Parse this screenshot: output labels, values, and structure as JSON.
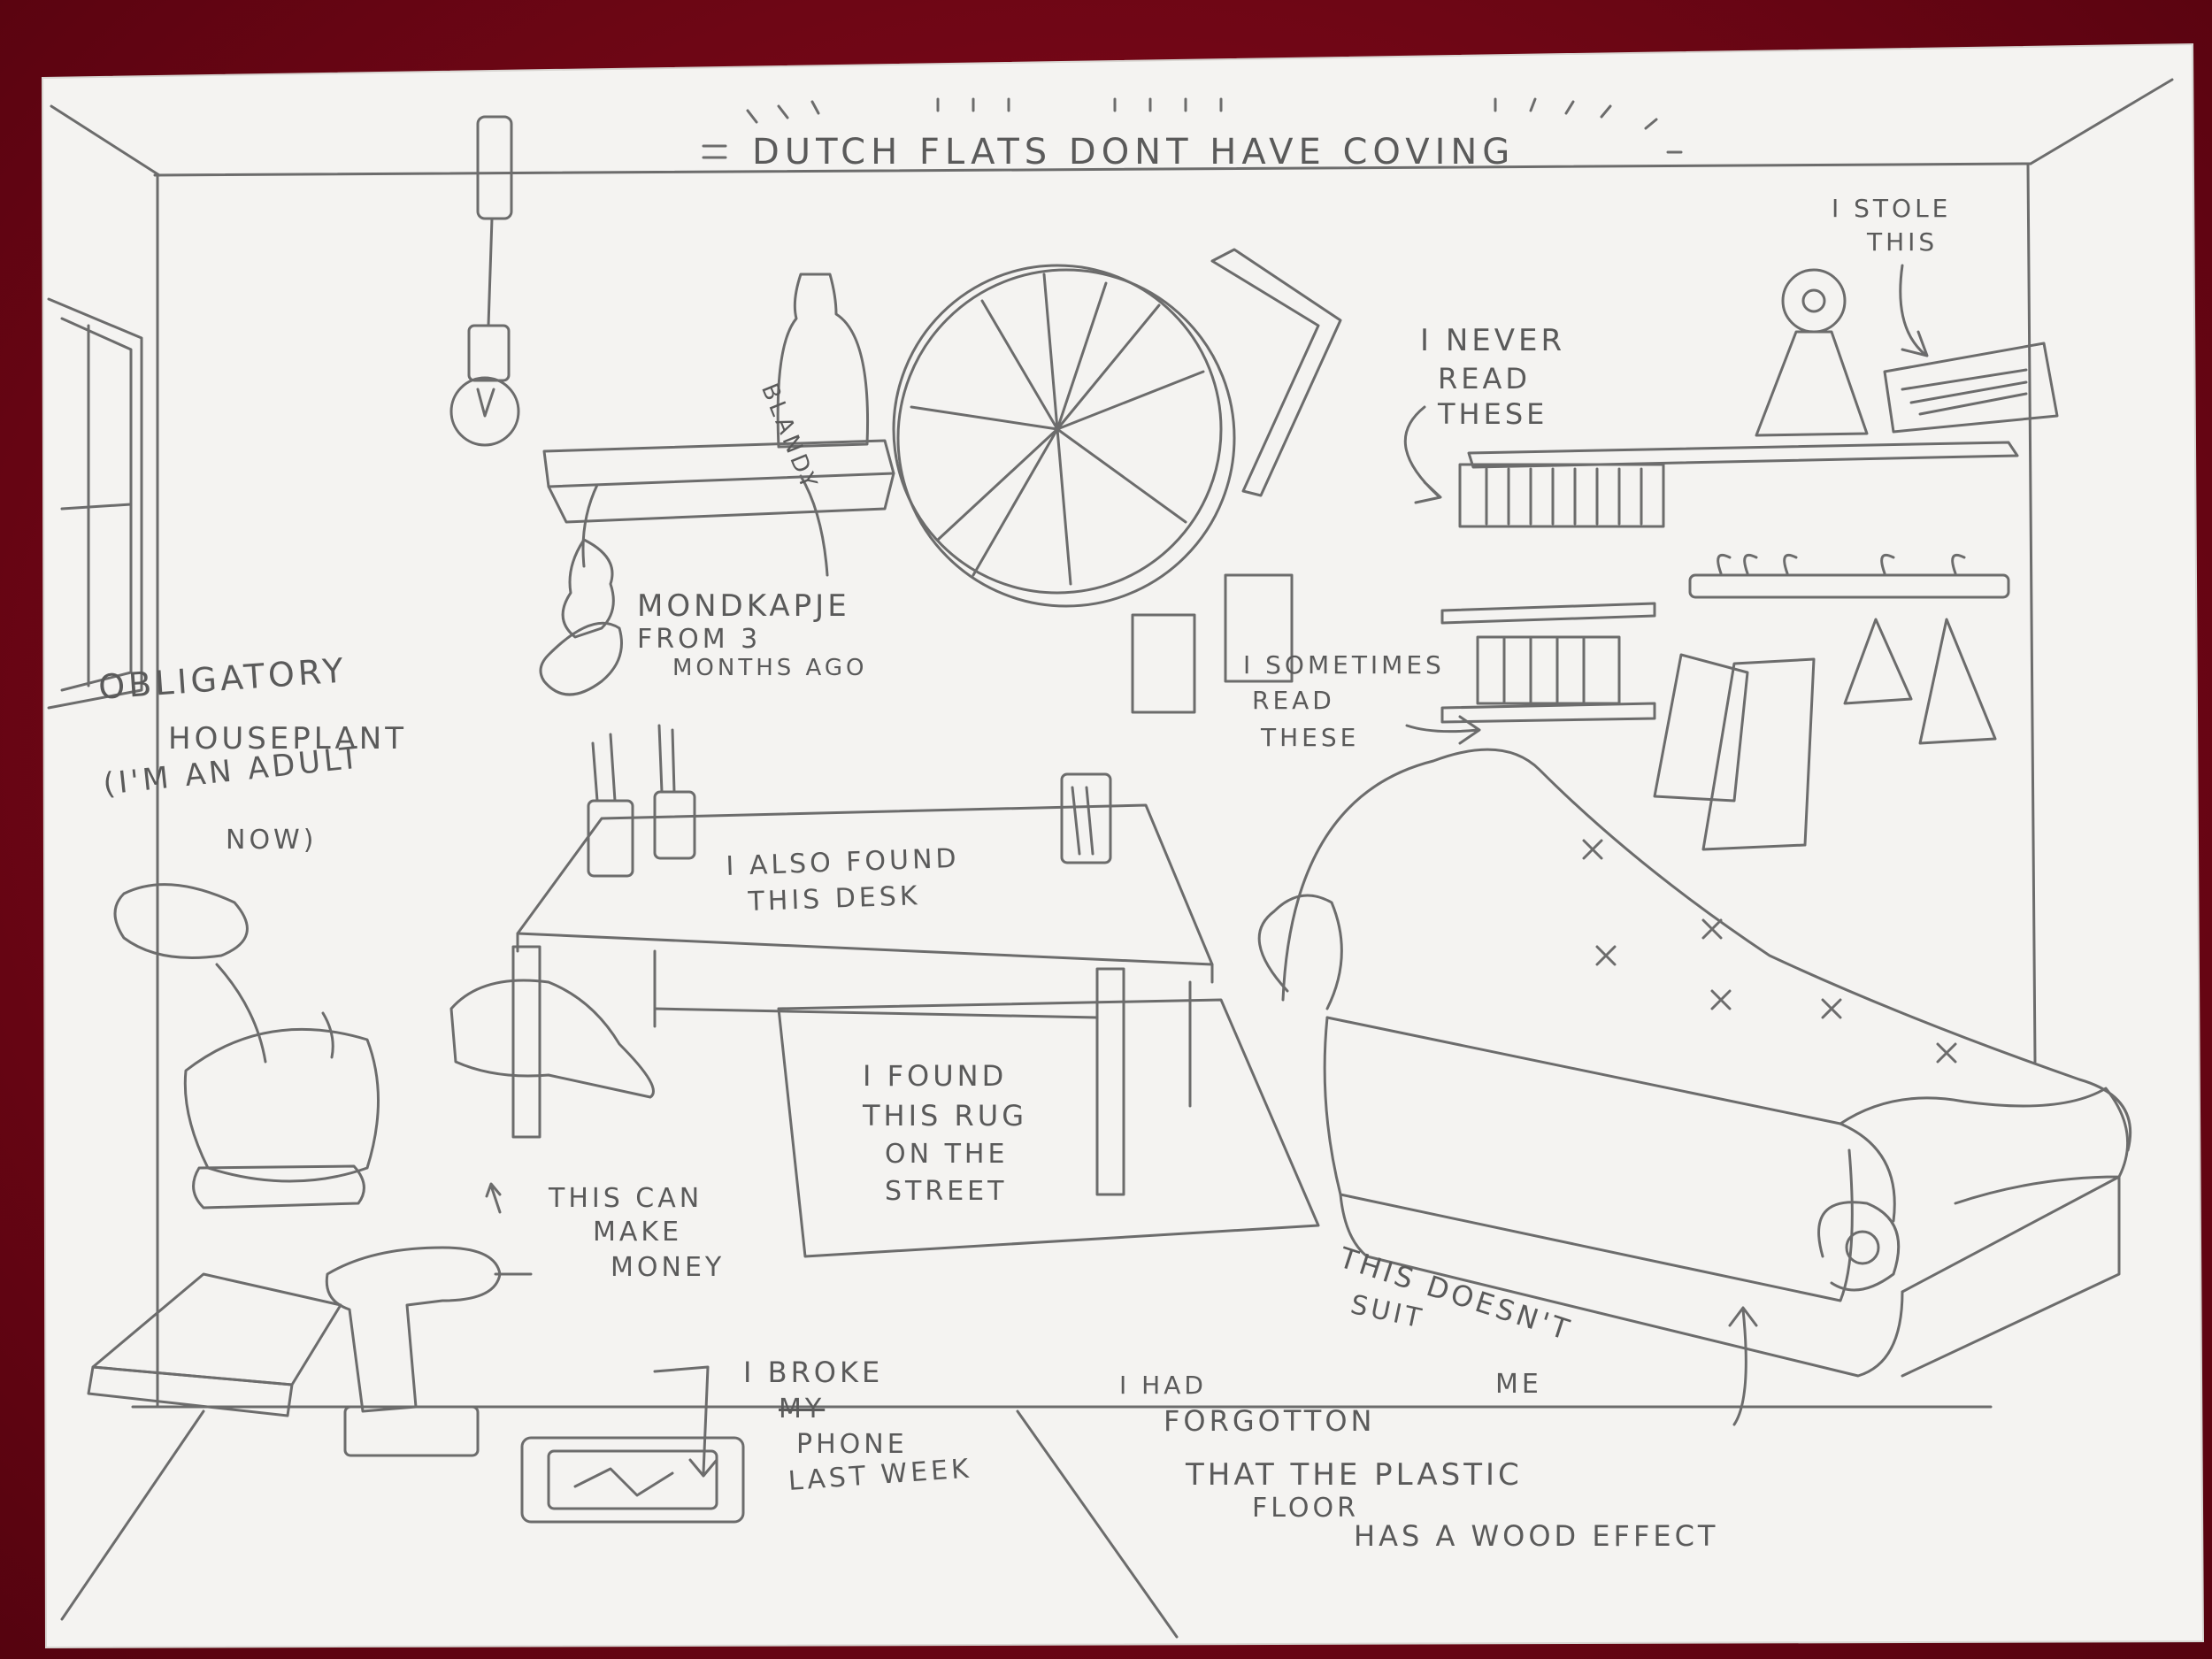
{
  "sketch": {
    "title": "DUTCH FLATS DONT HAVE COVING",
    "bottle_label": "BLANDY",
    "notes": {
      "mondkapje": [
        "MONDKAPJE",
        "FROM 3",
        "MONTHS AGO"
      ],
      "houseplant": [
        "OBLIGATORY",
        "HOUSEPLANT",
        "(I'M AN ADULT",
        "NOW)"
      ],
      "stole": [
        "I STOLE",
        "THIS"
      ],
      "never_read": [
        "I NEVER",
        "READ",
        "THESE"
      ],
      "sometimes_read": [
        "I SOMETIMES",
        "READ",
        "THESE"
      ],
      "desk": [
        "I ALSO FOUND",
        "THIS DESK"
      ],
      "rug": [
        "I FOUND",
        "THIS RUG",
        "ON THE",
        "STREET"
      ],
      "drill": [
        "THIS CAN",
        "MAKE",
        "MONEY"
      ],
      "phone": [
        "I BROKE",
        "MY",
        "PHONE",
        "LAST WEEK"
      ],
      "sofa": [
        "THIS DOESN'T",
        "SUIT",
        "ME"
      ],
      "floor": [
        "I HAD",
        "FORGOTTON",
        "THAT THE PLASTIC",
        "FLOOR",
        "HAS A WOOD EFFECT"
      ]
    }
  }
}
